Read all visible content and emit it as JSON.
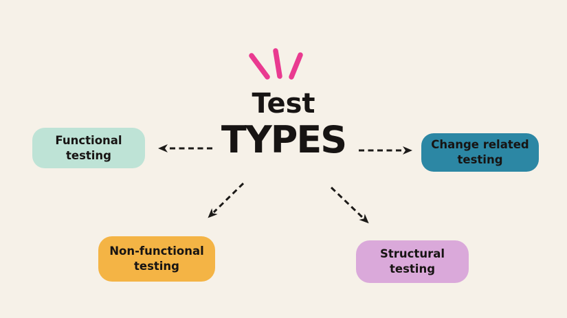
{
  "page": {
    "background_color": "#F6F1E8",
    "text_color": "#171413"
  },
  "title": {
    "line1": "Test",
    "line2": "TYPES"
  },
  "decoration": {
    "sparkle_icon": "three magenta marker rays above title",
    "sparkle_color": "#E93A90"
  },
  "arrows": {
    "style": "dashed",
    "color": "#1C1A18"
  },
  "nodes": [
    {
      "id": "functional",
      "label": "Functional\ntesting",
      "color": "#BEE3D6"
    },
    {
      "id": "change-related",
      "label": "Change related\ntesting",
      "color": "#2C87A4"
    },
    {
      "id": "non-functional",
      "label": "Non-functional\ntesting",
      "color": "#F4B445"
    },
    {
      "id": "structural",
      "label": "Structural\ntesting",
      "color": "#DAA9DA"
    }
  ]
}
